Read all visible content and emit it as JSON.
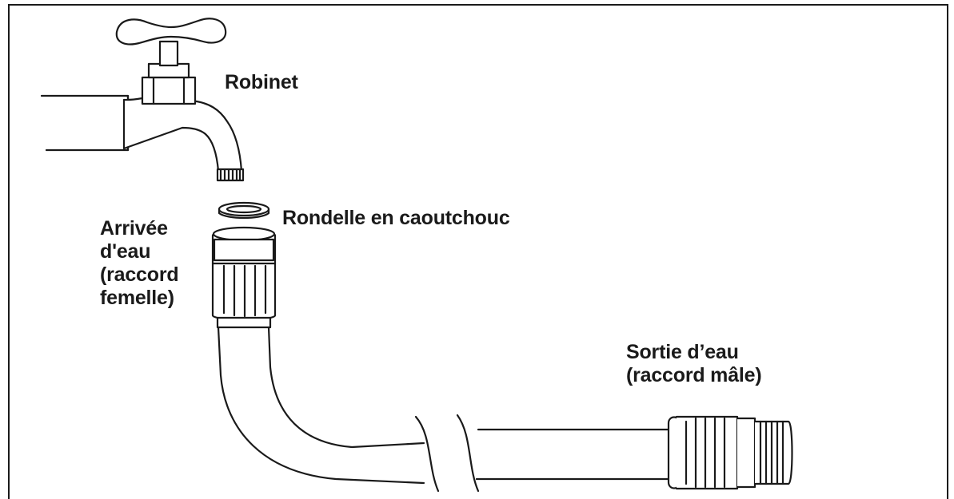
{
  "labels": {
    "faucet": "Robinet",
    "washer": "Rondelle en caoutchouc",
    "inlet": [
      "Arrivée",
      "d'eau",
      "(raccord",
      "femelle)"
    ],
    "outlet": [
      "Sortie d’eau",
      "(raccord mâle)"
    ]
  },
  "colors": {
    "stroke": "#1a1a1a",
    "fill": "#ffffff"
  }
}
